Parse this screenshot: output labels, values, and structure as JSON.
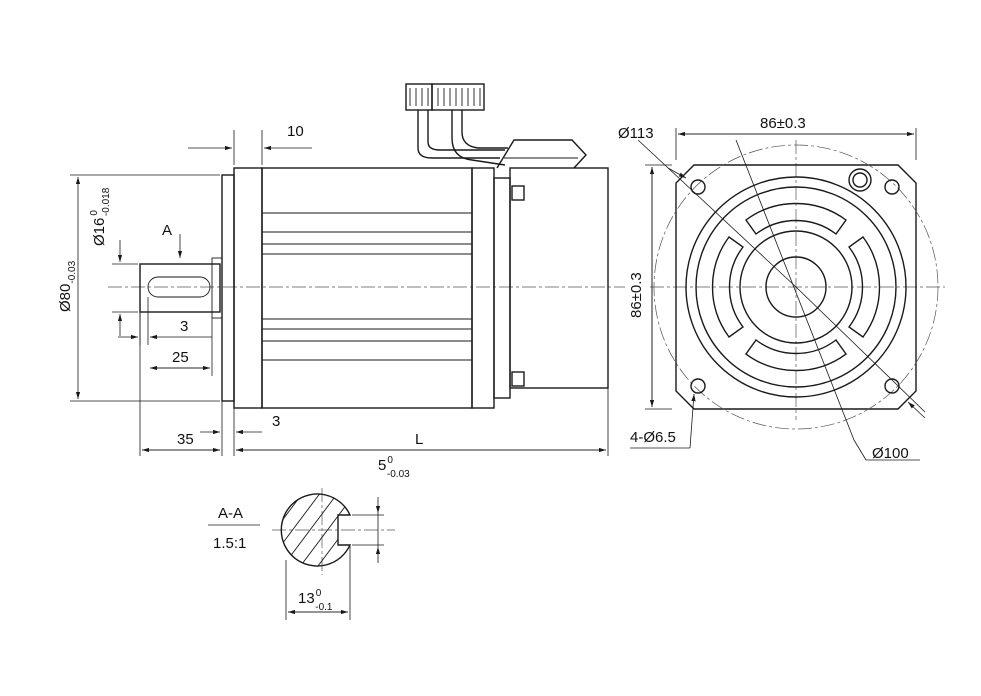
{
  "labels": {
    "dim_10": "10",
    "section_mark": "A",
    "dia_80": "Ø80",
    "dia_80_tol": "-0.03",
    "dia_16": "Ø16",
    "dia_16_tol_up": "0",
    "dia_16_tol_low": "-0.018",
    "dim_3_key": "3",
    "dim_25": "25",
    "dim_35": "35",
    "dim_3_flange": "3",
    "dim_L": "L",
    "dia_113": "Ø113",
    "flange_width": "86±0.3",
    "flange_height": "86±0.3",
    "holes": "4-Ø6.5",
    "dia_100": "Ø100",
    "section_title": "A-A",
    "section_scale": "1.5:1",
    "key_width": "5",
    "key_tol_up": "0",
    "key_tol_low": "-0.03",
    "shaft_depth": "13",
    "shaft_tol_up": "0",
    "shaft_tol_low": "-0.1"
  },
  "colors": {
    "line": "#1a1a1a",
    "background": "#ffffff"
  }
}
